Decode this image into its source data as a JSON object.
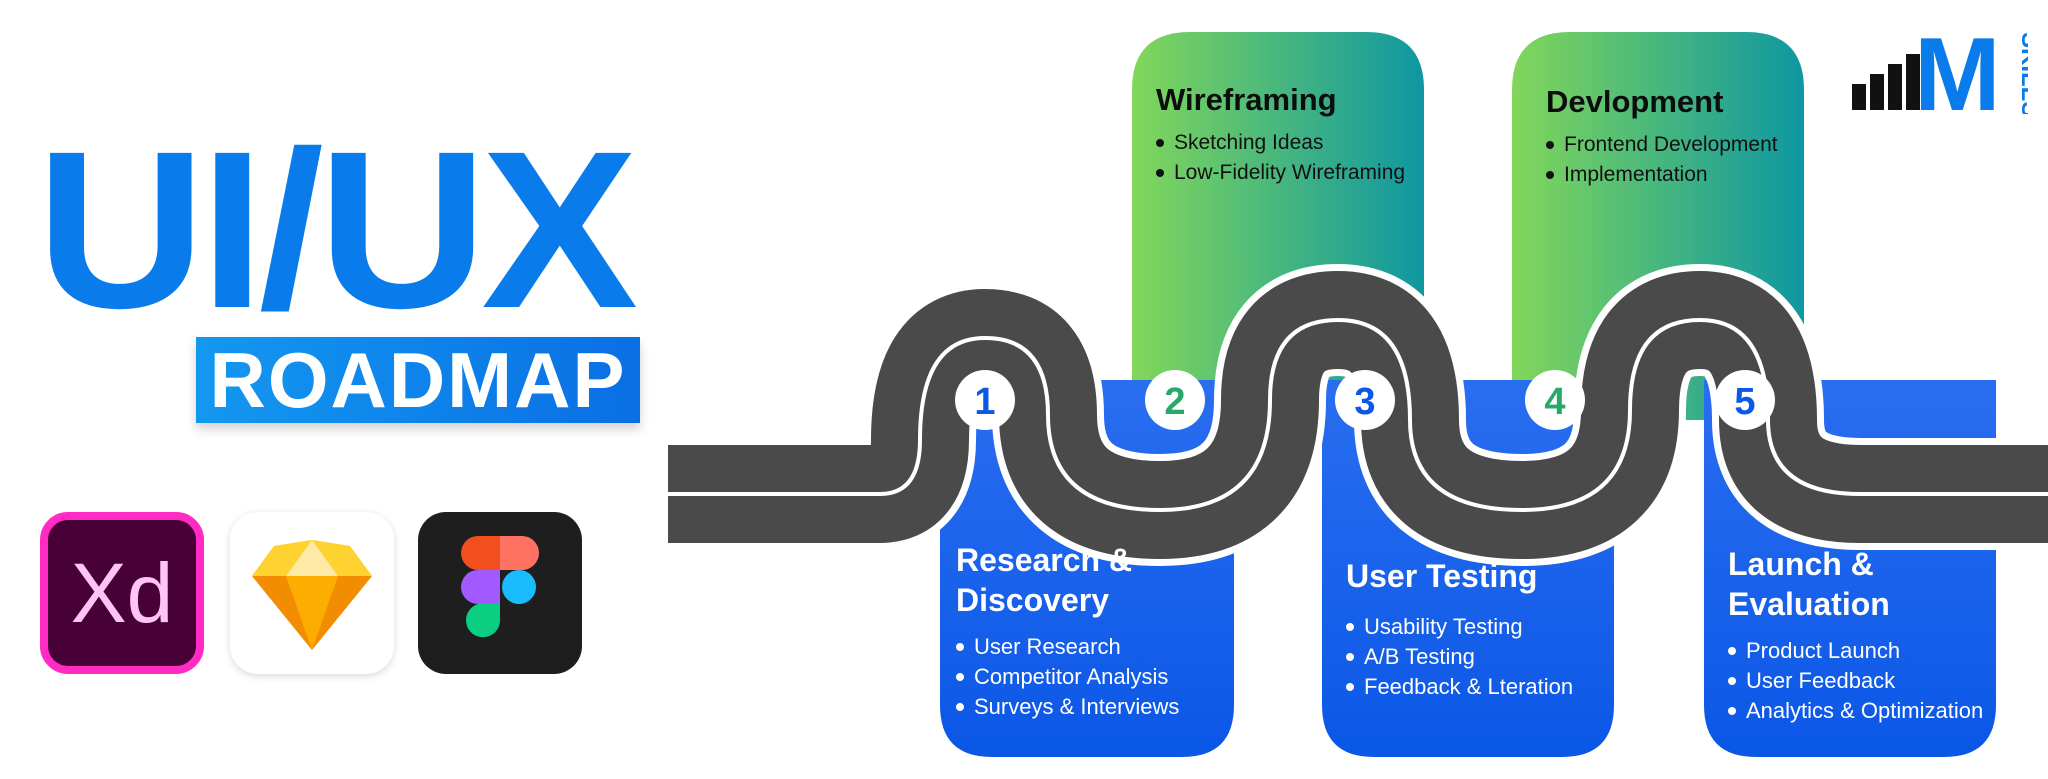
{
  "title": {
    "main": "UI/UX",
    "badge": "ROADMAP"
  },
  "tools": [
    {
      "name": "Adobe XD",
      "label": "Xd"
    },
    {
      "name": "Sketch"
    },
    {
      "name": "Figma"
    }
  ],
  "brand": {
    "name": "M SKILLS",
    "letter": "M",
    "word": "SKILLS"
  },
  "steps": [
    {
      "number": "1",
      "heading_lines": [
        "Research &",
        "Discovery"
      ],
      "items": [
        "User Research",
        "Competitor Analysis",
        "Surveys & Interviews"
      ]
    },
    {
      "number": "2",
      "heading_lines": [
        "Wireframing"
      ],
      "items": [
        "Sketching Ideas",
        "Low-Fidelity Wireframing"
      ]
    },
    {
      "number": "3",
      "heading_lines": [
        "User Testing"
      ],
      "items": [
        "Usability Testing",
        "A/B Testing",
        "Feedback & Lteration"
      ]
    },
    {
      "number": "4",
      "heading_lines": [
        "Devlopment"
      ],
      "items": [
        "Frontend Development",
        "Implementation"
      ]
    },
    {
      "number": "5",
      "heading_lines": [
        "Launch &",
        "Evaluation"
      ],
      "items": [
        "Product Launch",
        "User Feedback",
        "Analytics & Optimization"
      ]
    }
  ],
  "colors": {
    "blue": "#0a7bea",
    "road": "#4a4a4a",
    "green_start": "#7bd35a",
    "green_end": "#0f9aa0"
  }
}
